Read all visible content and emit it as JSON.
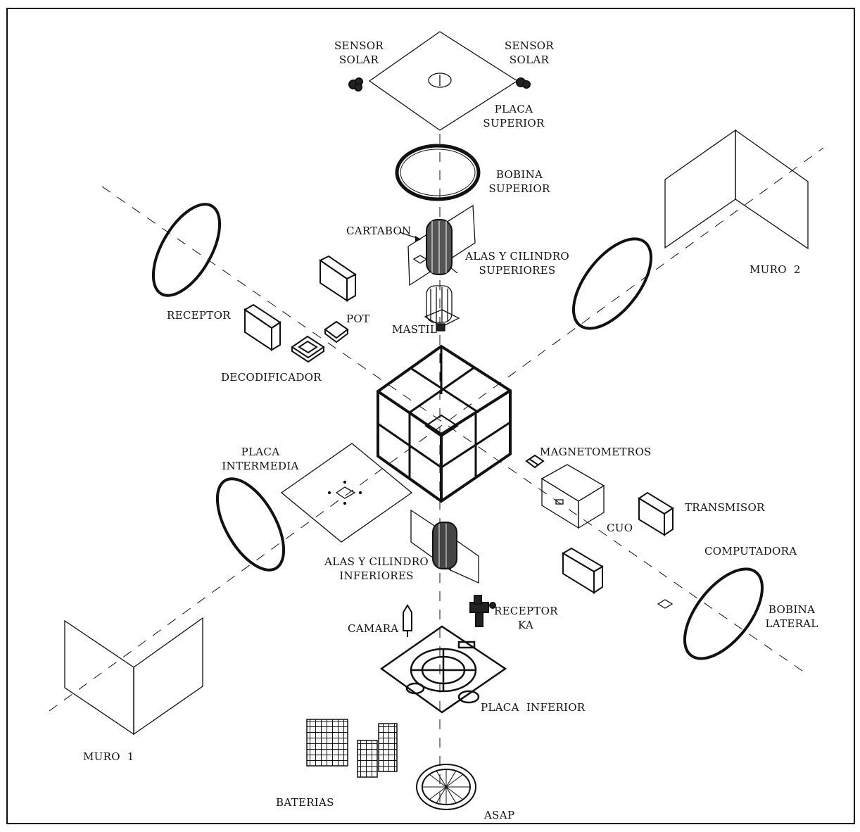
{
  "labels": {
    "sensor_solar_left": "SENSOR\nSOLAR",
    "sensor_solar_right": "SENSOR\nSOLAR",
    "placa_superior": "PLACA\nSUPERIOR",
    "bobina_superior": "BOBINA\nSUPERIOR",
    "cartabon": "CARTABON",
    "alas_cilindro_superiores": "ALAS Y CILINDRO\nSUPERIORES",
    "muro_2": "MURO  2",
    "receptor": "RECEPTOR",
    "pot": "POT",
    "mastil": "MASTIL",
    "decodificador": "DECODIFICADOR",
    "placa_intermedia": "PLACA\nINTERMEDIA",
    "magnetometros": "MAGNETOMETROS",
    "transmisor": "TRANSMISOR",
    "cuo": "CUO",
    "computadora": "COMPUTADORA",
    "alas_cilindro_inferiores": "ALAS Y CILINDRO\nINFERIORES",
    "receptor_ka": "RECEPTOR\nKA",
    "camara": "CAMARA",
    "bobina_lateral": "BOBINA\nLATERAL",
    "placa_inferior": "PLACA  INFERIOR",
    "muro_1": "MURO  1",
    "baterias": "BATERIAS",
    "asap": "ASAP"
  }
}
